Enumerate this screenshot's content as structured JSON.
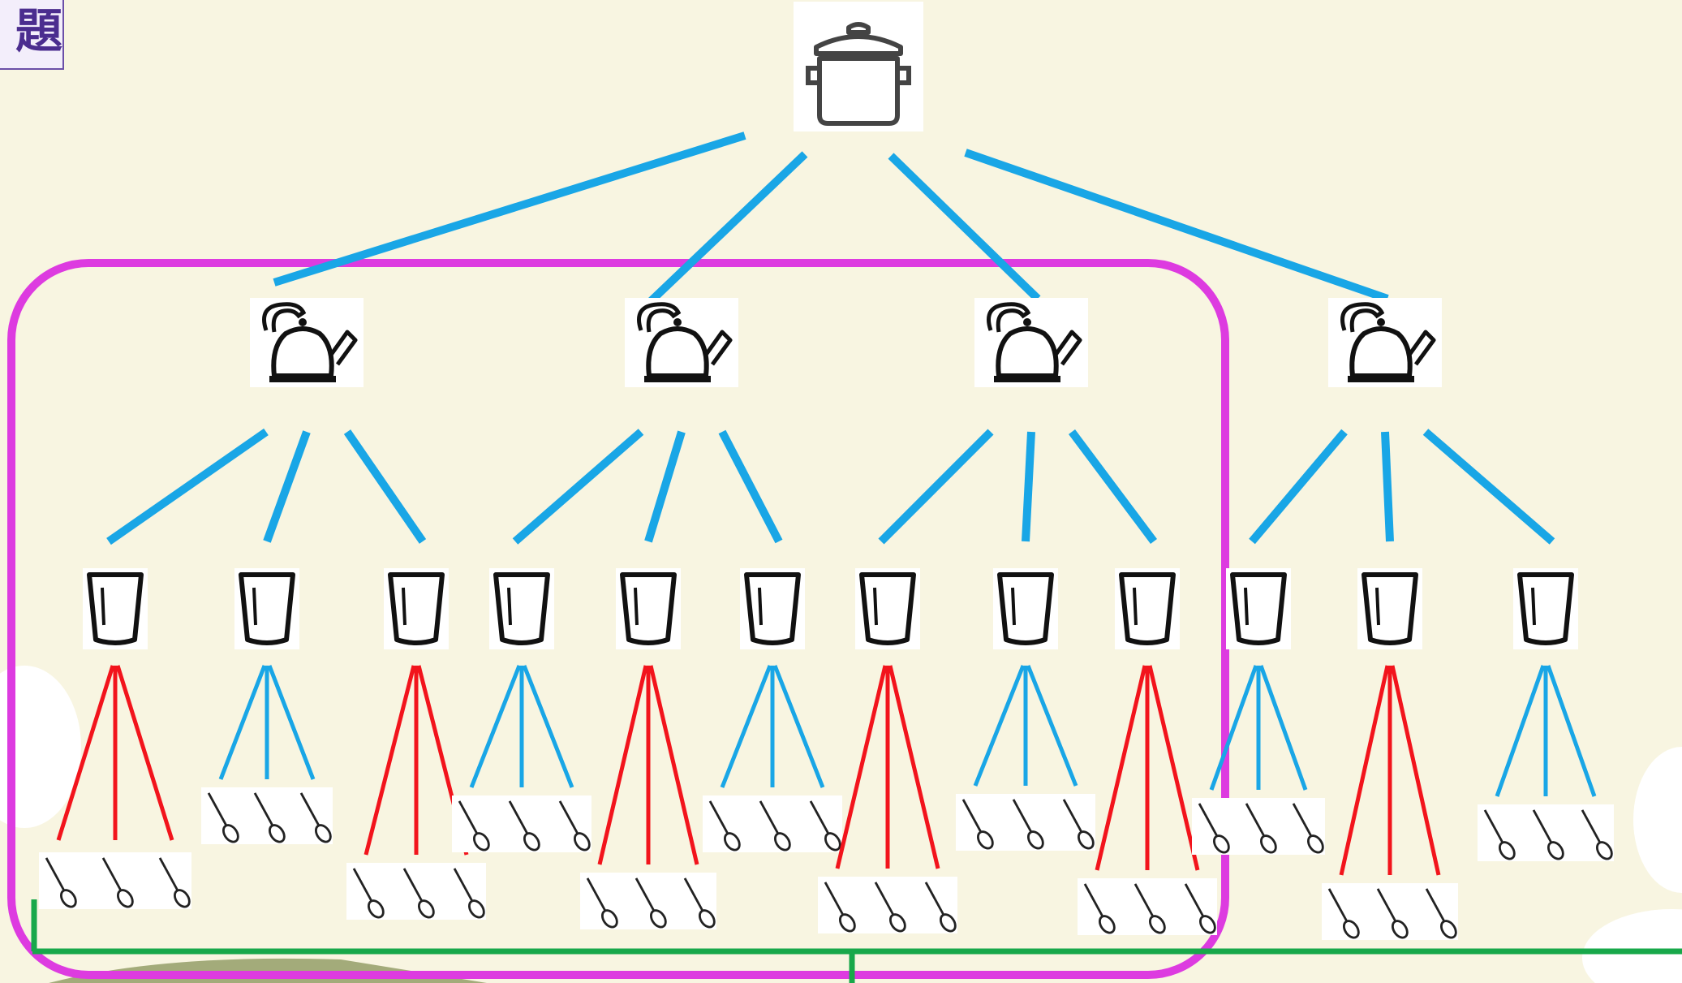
{
  "title_fragment": "題",
  "colors": {
    "background": "#f8f5e1",
    "edge_blue": "#19a6e6",
    "edge_red": "#f2141c",
    "highlight_magenta": "#dd3be0",
    "baseline_green": "#18a84a",
    "title_text": "#4b2d8f"
  },
  "tree": {
    "root": {
      "icon": "pot-icon"
    },
    "kettles": [
      {
        "icon": "kettle-icon",
        "highlighted": true,
        "cups": [
          {
            "edge": "red"
          },
          {
            "edge": "blue"
          },
          {
            "edge": "red"
          }
        ]
      },
      {
        "icon": "kettle-icon",
        "highlighted": true,
        "cups": [
          {
            "edge": "blue"
          },
          {
            "edge": "red"
          },
          {
            "edge": "blue"
          }
        ]
      },
      {
        "icon": "kettle-icon",
        "highlighted": true,
        "cups": [
          {
            "edge": "red"
          },
          {
            "edge": "blue"
          },
          {
            "edge": "red"
          }
        ]
      },
      {
        "icon": "kettle-icon",
        "highlighted": false,
        "cups": [
          {
            "edge": "blue"
          },
          {
            "edge": "red"
          },
          {
            "edge": "blue"
          }
        ]
      }
    ],
    "spoons_per_cup": 3,
    "spoon_icon": "spoon-icon",
    "cup_icon": "cup-icon"
  }
}
